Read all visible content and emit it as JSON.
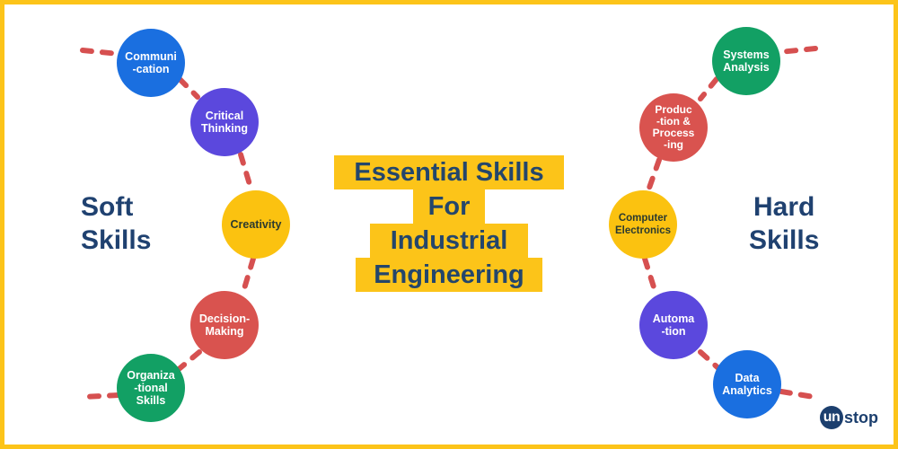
{
  "title": {
    "lines": [
      "Essential Skills",
      "For",
      "Industrial",
      "Engineering"
    ]
  },
  "soft_skills": {
    "label": "Soft\nSkills",
    "nodes": [
      {
        "label": "Communi\n-cation",
        "color": "#1a6fe0"
      },
      {
        "label": "Critical\nThinking",
        "color": "#5b48dd"
      },
      {
        "label": "Creativity",
        "color": "#fbc210"
      },
      {
        "label": "Decision-\nMaking",
        "color": "#d9534f"
      },
      {
        "label": "Organiza\n-tional\nSkills",
        "color": "#12a064"
      }
    ]
  },
  "hard_skills": {
    "label": "Hard\nSkills",
    "nodes": [
      {
        "label": "Systems\nAnalysis",
        "color": "#12a064"
      },
      {
        "label": "Produc\n-tion &\nProcess\n-ing",
        "color": "#d9534f"
      },
      {
        "label": "Computer\nElectronics",
        "color": "#fbc210"
      },
      {
        "label": "Automa\n-tion",
        "color": "#5b48dd"
      },
      {
        "label": "Data\nAnalytics",
        "color": "#1a6fe0"
      }
    ]
  },
  "logo": {
    "mark": "un",
    "text": "stop"
  },
  "colors": {
    "border": "#fcc419",
    "connector": "#d9534f",
    "heading": "#1f4170"
  }
}
